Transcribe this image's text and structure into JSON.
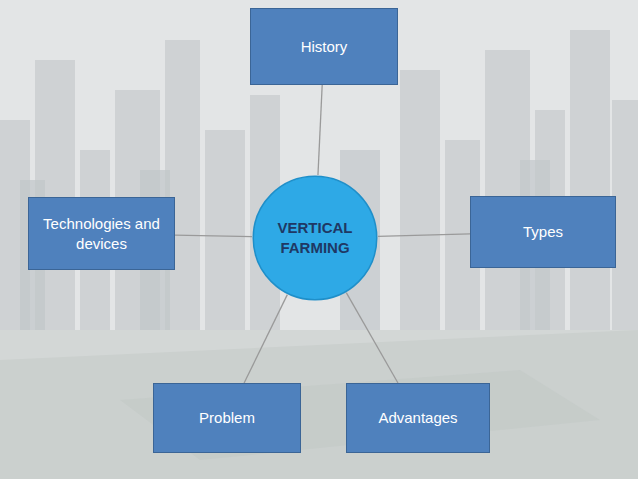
{
  "diagram": {
    "nodes": [
      {
        "text": [
          "History"
        ]
      },
      {
        "text": [
          "Technologies and devices"
        ]
      },
      {
        "text": [
          "VERTICAL FARMING"
        ]
      },
      {
        "text": [
          "Types"
        ]
      },
      {
        "text": [
          "Problem"
        ]
      },
      {
        "text": [
          "Advantages"
        ]
      }
    ],
    "edges": [
      {
        "from": 2,
        "to": 0,
        "arrow": "none"
      },
      {
        "from": 2,
        "to": 1,
        "arrow": "none"
      },
      {
        "from": 2,
        "to": 3,
        "arrow": "none"
      },
      {
        "from": 2,
        "to": 4,
        "arrow": "none"
      },
      {
        "from": 2,
        "to": 5,
        "arrow": "none"
      }
    ]
  }
}
